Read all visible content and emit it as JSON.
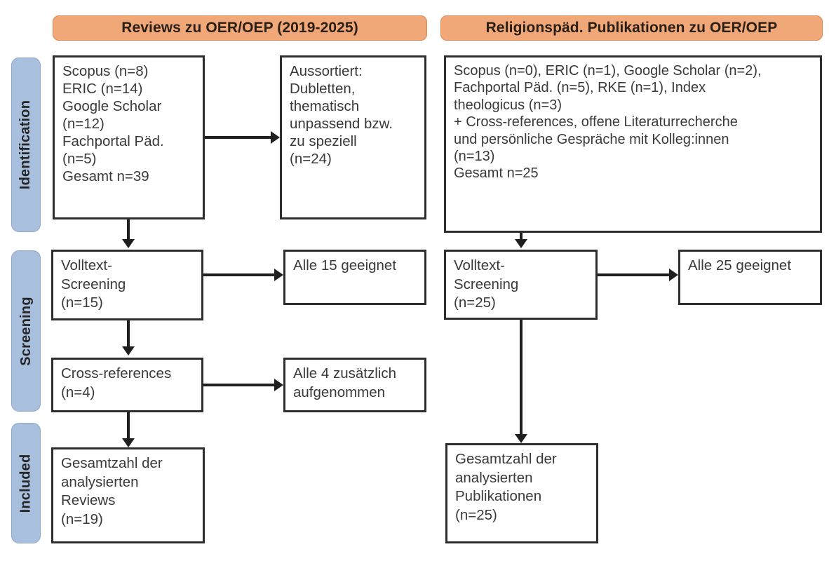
{
  "figure": {
    "type": "prisma-flow-diagram",
    "columns": 2
  },
  "stages": [
    {
      "id": "identification",
      "label": "Identification"
    },
    {
      "id": "screening",
      "label": "Screening"
    },
    {
      "id": "included",
      "label": "Included"
    }
  ],
  "columns": {
    "left": {
      "header": "Reviews zu OER/OEP (2019-2025)",
      "identification_box": "Scopus (n=8)\nERIC (n=14)\nGoogle Scholar\n(n=12)\nFachportal Päd.\n(n=5)\nGesamt n=39",
      "excluded_box": "Aussortiert:\nDubletten,\nthematisch\nunpassend bzw.\nzu speziell\n(n=24)",
      "fulltext_box": "Volltext-\nScreening\n(n=15)",
      "fulltext_result_box": "Alle 15 geeignet",
      "crossref_box": "Cross-references\n(n=4)",
      "crossref_result_box": "Alle 4 zusätzlich\naufgenommen",
      "included_box": "Gesamtzahl der\nanalysierten\nReviews\n(n=19)"
    },
    "right": {
      "header": "Religionspäd. Publikationen zu OER/OEP",
      "identification_box": "Scopus (n=0), ERIC (n=1), Google Scholar (n=2),\nFachportal Päd. (n=5), RKE (n=1), Index\ntheologicus (n=3)\n+ Cross-references, offene Literaturrecherche\nund persönliche Gespräche mit Kolleg:innen\n(n=13)\nGesamt n=25",
      "fulltext_box": "Volltext-\nScreening\n(n=25)",
      "fulltext_result_box": "Alle 25 geeignet",
      "included_box": "Gesamtzahl der\nanalysierten\nPublikationen\n(n=25)"
    }
  },
  "counts": {
    "left_scopus": 8,
    "left_eric": 14,
    "left_google_scholar": 12,
    "left_fachportal": 5,
    "left_total": 39,
    "left_excluded": 24,
    "left_fulltext": 15,
    "left_fulltext_eligible": 15,
    "left_crossrefs": 4,
    "left_crossrefs_added": 4,
    "left_included": 19,
    "right_scopus": 0,
    "right_eric": 1,
    "right_google_scholar": 2,
    "right_fachportal": 5,
    "right_rke": 1,
    "right_index_theologicus": 3,
    "right_other_sources": 13,
    "right_total": 25,
    "right_fulltext": 25,
    "right_fulltext_eligible": 25,
    "right_included": 25
  },
  "colors": {
    "header_fill": "#F0A878",
    "header_border": "#D98A52",
    "stage_fill": "#A9BFDE",
    "stage_border": "#8EA7CC",
    "box_border": "#2E2E2E",
    "text": "#3A3A3A",
    "connector": "#1F1F1F",
    "background": "#FFFFFF"
  }
}
